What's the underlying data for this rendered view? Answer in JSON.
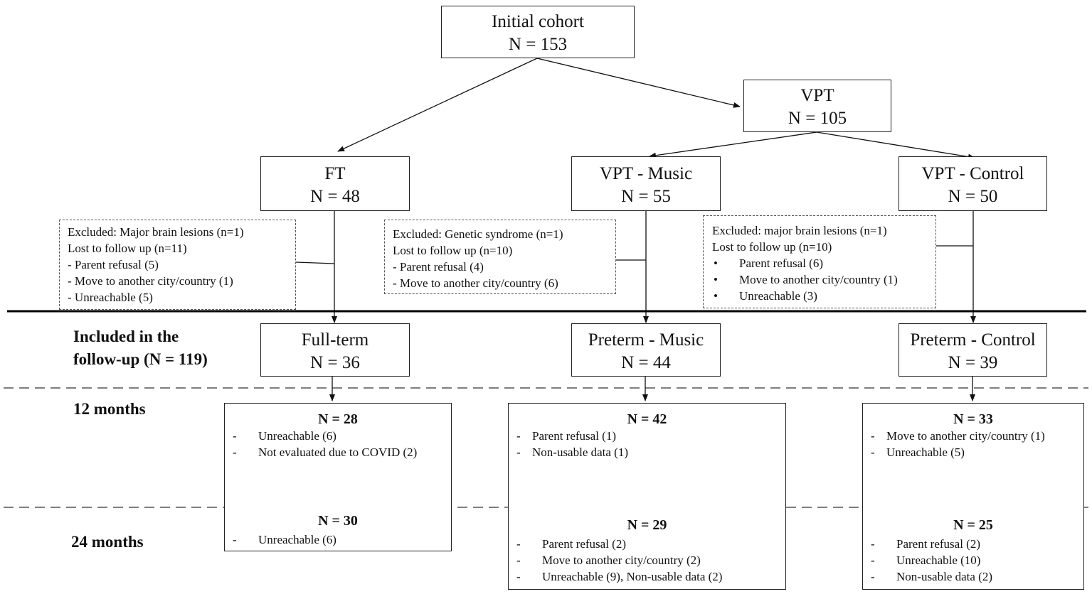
{
  "initial": {
    "title": "Initial cohort",
    "n": "N = 153"
  },
  "vpt": {
    "title": "VPT",
    "n": "N = 105"
  },
  "ft": {
    "title": "FT",
    "n": "N = 48"
  },
  "vpt_music": {
    "title": "VPT - Music",
    "n": "N = 55"
  },
  "vpt_control": {
    "title": "VPT - Control",
    "n": "N = 50"
  },
  "excl_ft": {
    "lines": [
      "Excluded: Major brain lesions (n=1)",
      "Lost to follow up (n=11)",
      "- Parent refusal (5)",
      "- Move to another city/country (1)",
      "- Unreachable (5)"
    ]
  },
  "excl_music": {
    "lines": [
      "Excluded: Genetic syndrome (n=1)",
      "Lost to follow up (n=10)",
      "- Parent refusal (4)",
      "- Move to another city/country (6)"
    ]
  },
  "excl_control": {
    "line1": "Excluded: major brain lesions (n=1)",
    "line2": "Lost to follow up (n=10)",
    "bullet": "•",
    "items": [
      "Parent refusal (6)",
      "Move to another city/country (1)",
      "Unreachable (3)"
    ]
  },
  "stages": {
    "included_1": "Included in the",
    "included_2": "follow-up (N = 119)",
    "m12": "12 months",
    "m24": "24 months"
  },
  "fullterm": {
    "title": "Full-term",
    "n": "N = 36"
  },
  "preterm_music": {
    "title": "Preterm - Music",
    "n": "N = 44"
  },
  "preterm_control": {
    "title": "Preterm - Control",
    "n": "N = 39"
  },
  "dash": "-",
  "m12_ft": {
    "n": "N = 28",
    "items": [
      "Unreachable (6)",
      "Not evaluated due to COVID (2)"
    ]
  },
  "m12_music": {
    "n": "N = 42",
    "items": [
      "Parent refusal (1)",
      "Non-usable data (1)"
    ]
  },
  "m12_control": {
    "n": "N = 33",
    "items": [
      "Move to another city/country  (1)",
      "Unreachable (5)"
    ]
  },
  "m24_ft": {
    "n": "N = 30",
    "items": [
      "Unreachable (6)"
    ]
  },
  "m24_music": {
    "n": "N = 29",
    "items": [
      "Parent refusal (2)",
      "Move to another city/country (2)",
      "Unreachable (9), Non-usable data (2)"
    ]
  },
  "m24_control": {
    "n": "N = 25",
    "items": [
      "Parent refusal (2)",
      "Unreachable (10)",
      "Non-usable data (2)"
    ]
  }
}
